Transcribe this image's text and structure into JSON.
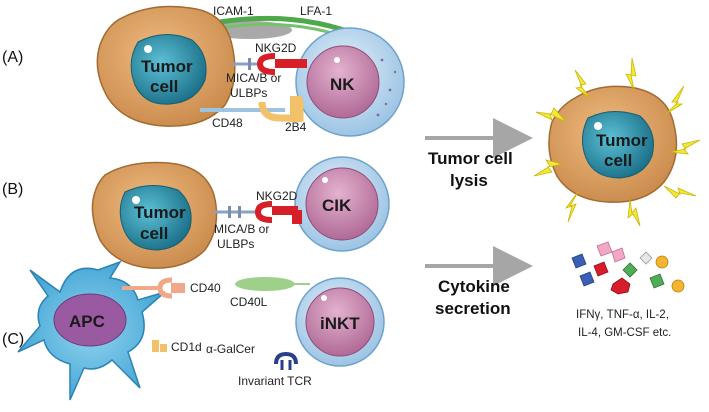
{
  "panels": {
    "a": "(A)",
    "b": "(B)",
    "c": "(C)"
  },
  "cells": {
    "tumor_line1": "Tumor",
    "tumor_line2": "cell",
    "nk": "NK",
    "cik": "CIK",
    "inkt": "iNKT",
    "apc": "APC"
  },
  "molecules": {
    "icam1": "ICAM-1",
    "lfa1": "LFA-1",
    "nkg2d": "NKG2D",
    "mica_line1": "MICA/B or",
    "mica_line2": "ULBPs",
    "cd48": "CD48",
    "b24": "2B4",
    "cd40": "CD40",
    "cd40l": "CD40L",
    "cd1d": "CD1d",
    "galcer": "α-GalCer",
    "tcr": "Invariant TCR"
  },
  "outcomes": {
    "lysis_line1": "Tumor cell",
    "lysis_line2": "lysis",
    "cytokine_line1": "Cytokine",
    "cytokine_line2": "secretion",
    "cytokines_line1": "IFNγ, TNF-α,  IL-2,",
    "cytokines_line2": "IL-4, GM-CSF etc."
  },
  "colors": {
    "tumor": "#e0a060",
    "nucleus": "#2a8fa6",
    "nk_outer": "#c4dcef",
    "nk_inner": "#cf8fb4",
    "arrow": "#a6a6a6",
    "nkg2d": "#d61f26",
    "apc": "#4fb0dc",
    "apc_nucleus": "#9a5aa2"
  }
}
